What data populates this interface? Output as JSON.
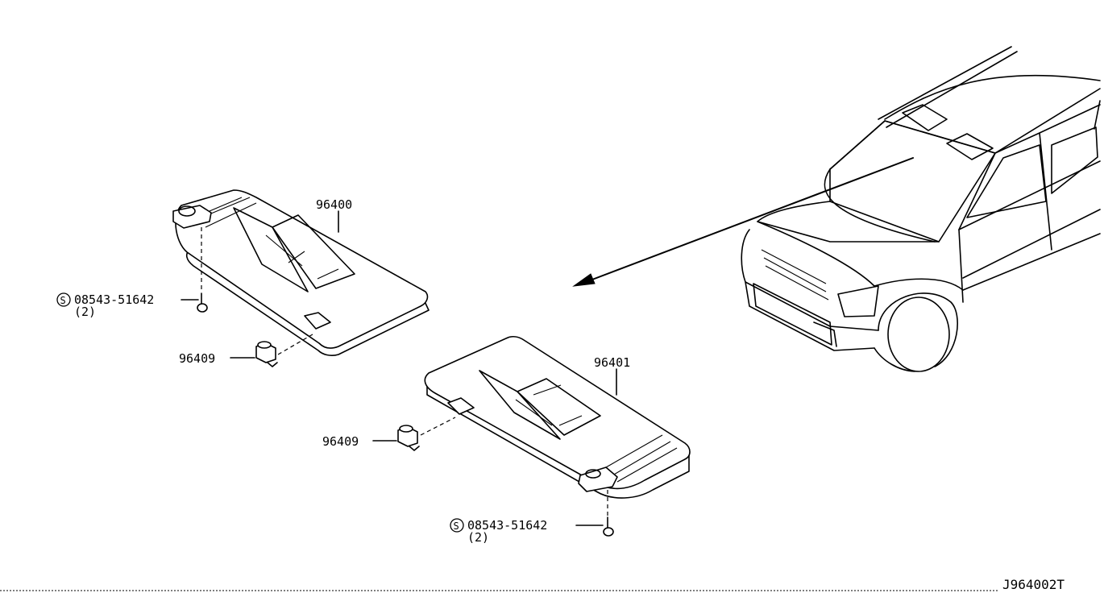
{
  "callouts": {
    "visor_left": "96400",
    "visor_right": "96401",
    "holder_left": "96409",
    "holder_right": "96409",
    "screw_left": "08543-51642",
    "screw_left_qty": "(2)",
    "screw_right": "08543-51642",
    "screw_right_qty": "(2)",
    "screw_symbol": "S"
  },
  "diagram_code": "J964002T"
}
